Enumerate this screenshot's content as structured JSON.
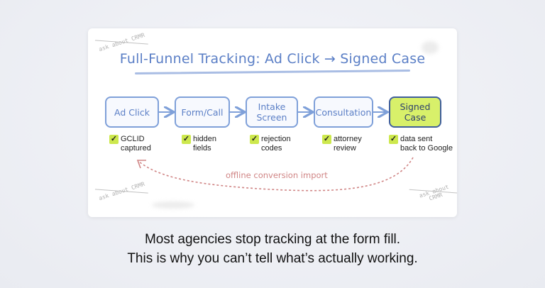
{
  "diagram": {
    "title": "Full-Funnel Tracking: Ad Click → Signed Case",
    "steps": [
      {
        "label": "Ad Click"
      },
      {
        "label": "Form/Call"
      },
      {
        "label": "Intake\nScreen"
      },
      {
        "label": "Consultation"
      },
      {
        "label": "Signed\nCase"
      }
    ],
    "notes": [
      {
        "text": "GCLID\ncaptured"
      },
      {
        "text": "hidden\nfields"
      },
      {
        "text": "rejection\ncodes"
      },
      {
        "text": "attorney\nreview"
      },
      {
        "text": "data sent\nback to Google"
      }
    ],
    "loop_label": "offline conversion import",
    "stamp_text": "ask about\nCRMR",
    "colors": {
      "step_border": "#7fa0d9",
      "final_fill": "#d8f06a",
      "check_fill": "#cde84d",
      "loop_arrow": "#d08585"
    }
  },
  "caption": {
    "line1": "Most agencies stop tracking at the form fill.",
    "line2": "This is why you can’t tell what’s actually working."
  }
}
